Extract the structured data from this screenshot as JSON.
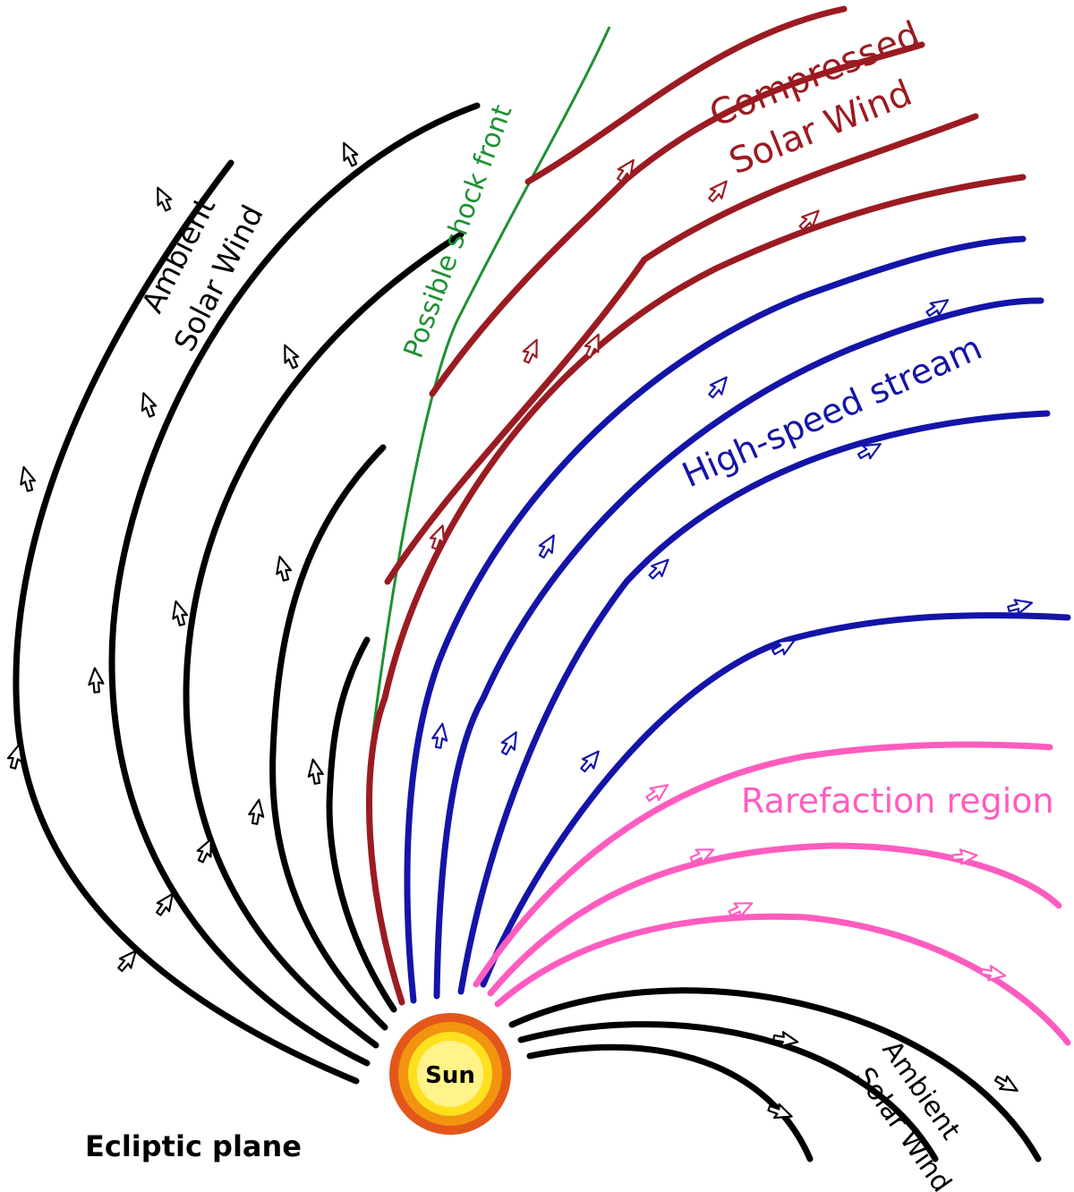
{
  "colors": {
    "ambient": "#000000",
    "compressed": "#9b1b22",
    "high_speed": "#1414a8",
    "rarefaction": "#ff5cbf",
    "shock": "#1e9132",
    "sun_outer": "#e4571a",
    "sun_ring": "#f29410",
    "sun_inner": "#ffe01f",
    "sun_core": "#fff38a"
  },
  "labels": {
    "ambient_left_line1": "Ambient",
    "ambient_left_line2": "Solar Wind",
    "compressed_line1": "Compressed",
    "compressed_line2": "Solar Wind",
    "shock_front": "Possible shock front",
    "high_speed_stream": "High-speed stream",
    "rarefaction_region": "Rarefaction region",
    "ambient_right_line1": "Ambient",
    "ambient_right_line2": "Solar Wind",
    "sun": "Sun",
    "ecliptic_plane": "Ecliptic plane"
  },
  "arrow_icon": "hollow-arrow-icon"
}
